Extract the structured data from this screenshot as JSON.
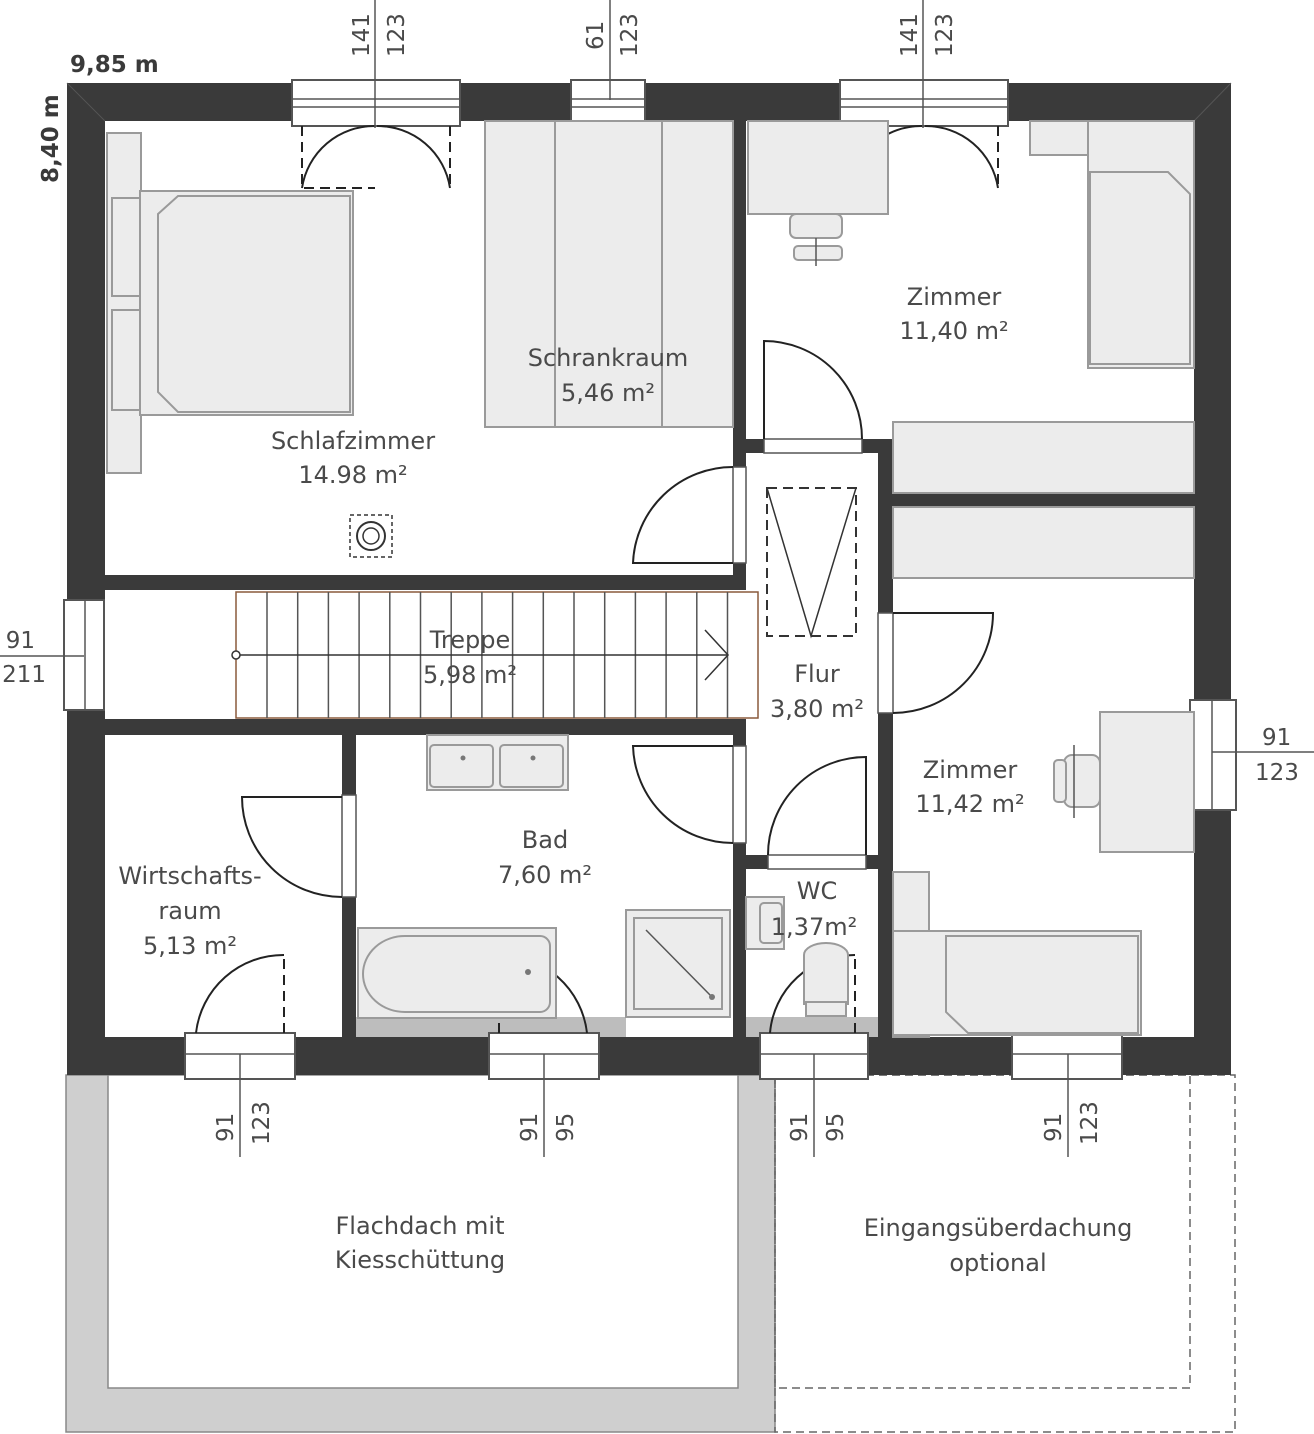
{
  "overall": {
    "width_label": "9,85 m",
    "height_label": "8,40 m"
  },
  "rooms": {
    "schlafzimmer": {
      "name": "Schlafzimmer",
      "area": "14.98 m²"
    },
    "schrankraum": {
      "name": "Schrankraum",
      "area": "5,46 m²"
    },
    "zimmer_top": {
      "name": "Zimmer",
      "area": "11,40 m²"
    },
    "treppe": {
      "name": "Treppe",
      "area": "5,98 m²"
    },
    "flur": {
      "name": "Flur",
      "area": "3,80 m²"
    },
    "zimmer_right": {
      "name": "Zimmer",
      "area": "11,42 m²"
    },
    "wirtschaft": {
      "line1": "Wirtschafts-",
      "line2": "raum",
      "area": "5,13 m²"
    },
    "bad": {
      "name": "Bad",
      "area": "7,60 m²"
    },
    "wc": {
      "name": "WC",
      "area": "1,37m²"
    }
  },
  "outside": {
    "flachdach": {
      "line1": "Flachdach mit",
      "line2": "Kiesschüttung"
    },
    "eingang": {
      "line1": "Eingangsüberdachung",
      "line2": "optional"
    }
  },
  "windows": {
    "top1": {
      "a": "141",
      "b": "123"
    },
    "top2": {
      "a": "61",
      "b": "123"
    },
    "top3": {
      "a": "141",
      "b": "123"
    },
    "left": {
      "a": "91",
      "b": "211"
    },
    "right": {
      "a": "91",
      "b": "123"
    },
    "bot1": {
      "a": "91",
      "b": "123"
    },
    "bot2": {
      "a": "91",
      "b": "95"
    },
    "bot3": {
      "a": "91",
      "b": "95"
    },
    "bot4": {
      "a": "91",
      "b": "123"
    }
  },
  "colors": {
    "wall": "#3a3a3a",
    "furniture": "#ececec",
    "roof_border": "#cccccc"
  }
}
